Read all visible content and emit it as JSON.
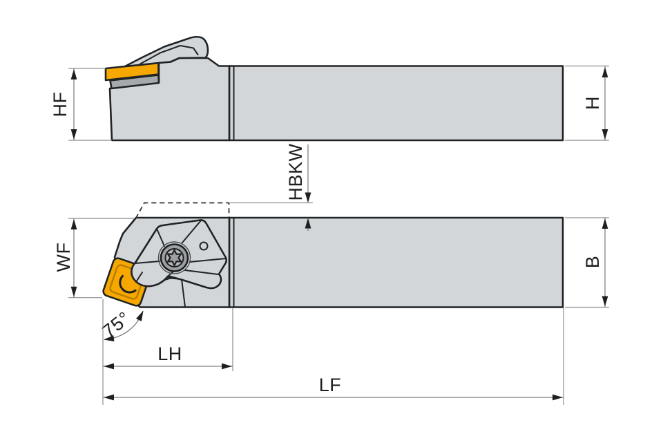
{
  "drawing": {
    "subject": "lathe turning tool holder – two-view technical drawing",
    "labels": {
      "hf": "HF",
      "h": "H",
      "hbkw": "HBKW",
      "wf": "WF",
      "b": "B",
      "angle": "75°",
      "lh": "LH",
      "lf": "LF"
    },
    "colors": {
      "body": "#d3d6d8",
      "shim": "#a6a9ab",
      "insert_orange": "#f6a800",
      "outline": "#202325",
      "dimension_line": "#7c7f81",
      "text": "#1d1f21",
      "screw_ring": "#9da0a2",
      "screw_core": "#b5b8ba"
    }
  }
}
